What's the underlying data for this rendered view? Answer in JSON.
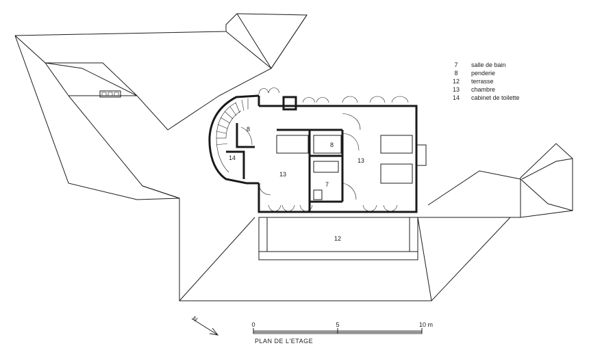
{
  "legend": [
    {
      "num": "7",
      "label": "salle de bain"
    },
    {
      "num": "8",
      "label": "penderie"
    },
    {
      "num": "12",
      "label": "terrasse"
    },
    {
      "num": "13",
      "label": "chambre"
    },
    {
      "num": "14",
      "label": "cabinet de toilette"
    }
  ],
  "rooms": {
    "r8_left": "8",
    "r14": "14",
    "r13_left": "13",
    "r8_center": "8",
    "r13_right": "13",
    "r7": "7",
    "r12": "12"
  },
  "scale": {
    "t0": "0",
    "t5": "5",
    "t10": "10 m"
  },
  "north": "N",
  "caption": "PLAN DE L'ETAGE"
}
